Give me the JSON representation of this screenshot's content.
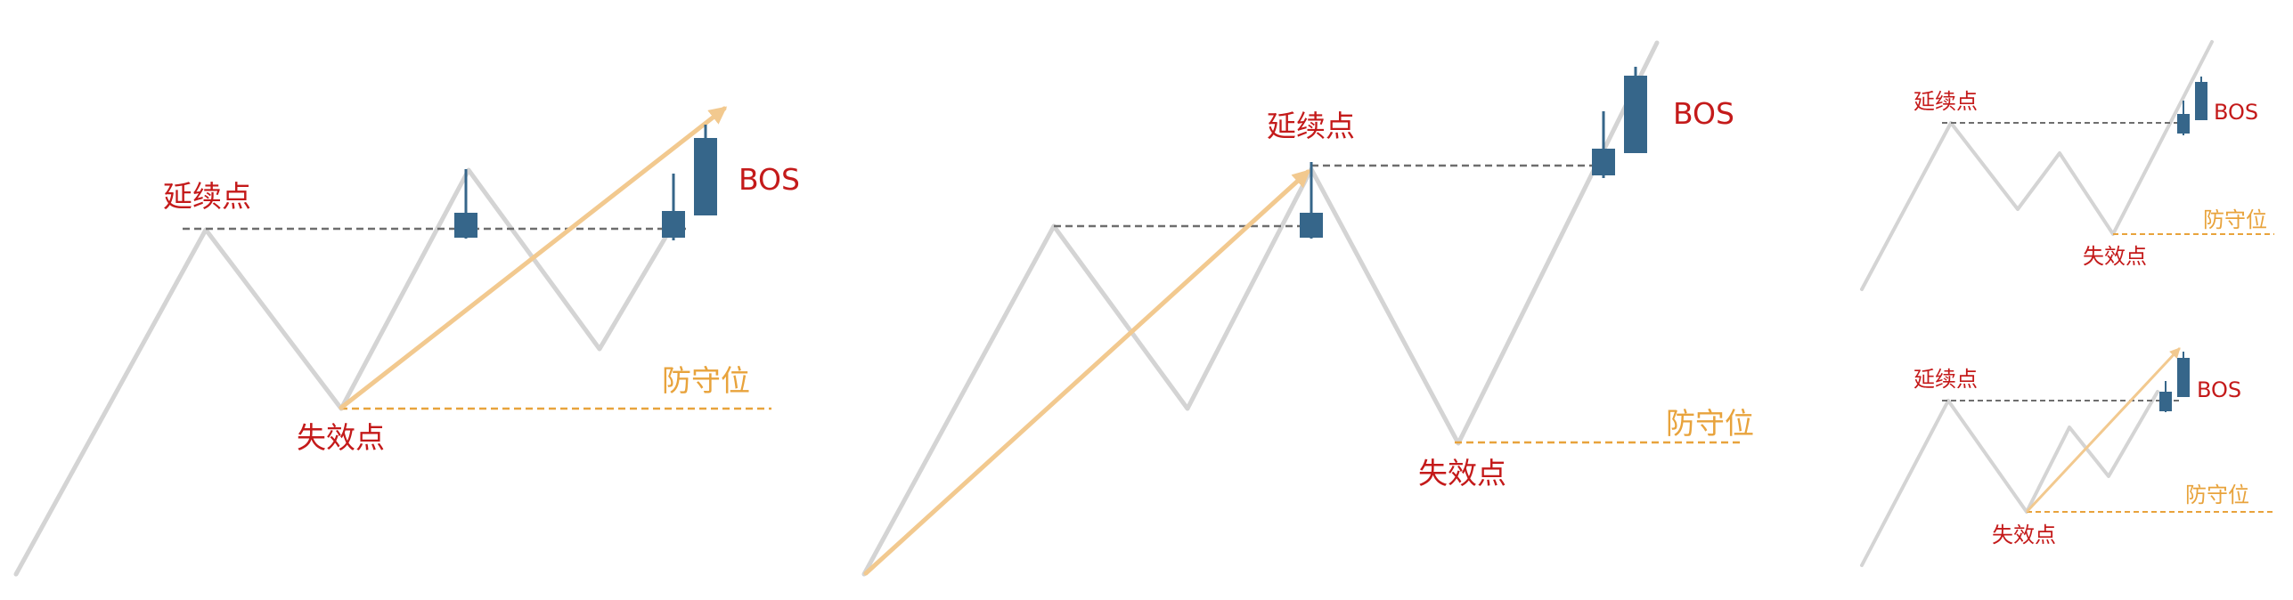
{
  "colors": {
    "zigzag": "#d4d4d4",
    "arrow": "#f2c98f",
    "candle": "#36668a",
    "dashed_gray": "#6e6e6e",
    "dashed_orange": "#e8a33c",
    "label_red": "#c41a1a",
    "label_orange": "#e8a33c"
  },
  "labels": {
    "continuation": "延续点",
    "failure": "失效点",
    "defense": "防守位",
    "bos": "BOS"
  },
  "diagrams": [
    {
      "id": "large-left",
      "texts": {
        "continuation": "延续点",
        "failure": "失效点",
        "defense": "防守位",
        "bos": "BOS"
      }
    },
    {
      "id": "large-middle",
      "texts": {
        "continuation": "延续点",
        "failure": "失效点",
        "defense": "防守位",
        "bos": "BOS"
      }
    },
    {
      "id": "small-top-right",
      "texts": {
        "continuation": "延续点",
        "failure": "失效点",
        "defense": "防守位",
        "bos": "BOS"
      }
    },
    {
      "id": "small-bottom-right",
      "texts": {
        "continuation": "延续点",
        "failure": "失效点",
        "defense": "防守位",
        "bos": "BOS"
      }
    }
  ]
}
